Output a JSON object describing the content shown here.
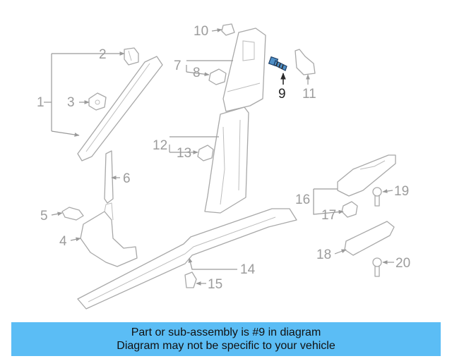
{
  "diagram": {
    "callouts": {
      "c1": "1",
      "c2": "2",
      "c3": "3",
      "c4": "4",
      "c5": "5",
      "c6": "6",
      "c7": "7",
      "c8": "8",
      "c9": "9",
      "c10": "10",
      "c11": "11",
      "c12": "12",
      "c13": "13",
      "c14": "14",
      "c15": "15",
      "c16": "16",
      "c17": "17",
      "c18": "18",
      "c19": "19",
      "c20": "20"
    },
    "highlighted_part": "9",
    "colors": {
      "highlight": "#4f8fc6",
      "banner": "#5bbdf5"
    }
  },
  "banner": {
    "line1": "Part or sub-assembly is #9 in diagram",
    "line2": "Diagram may not be specific to your vehicle"
  }
}
